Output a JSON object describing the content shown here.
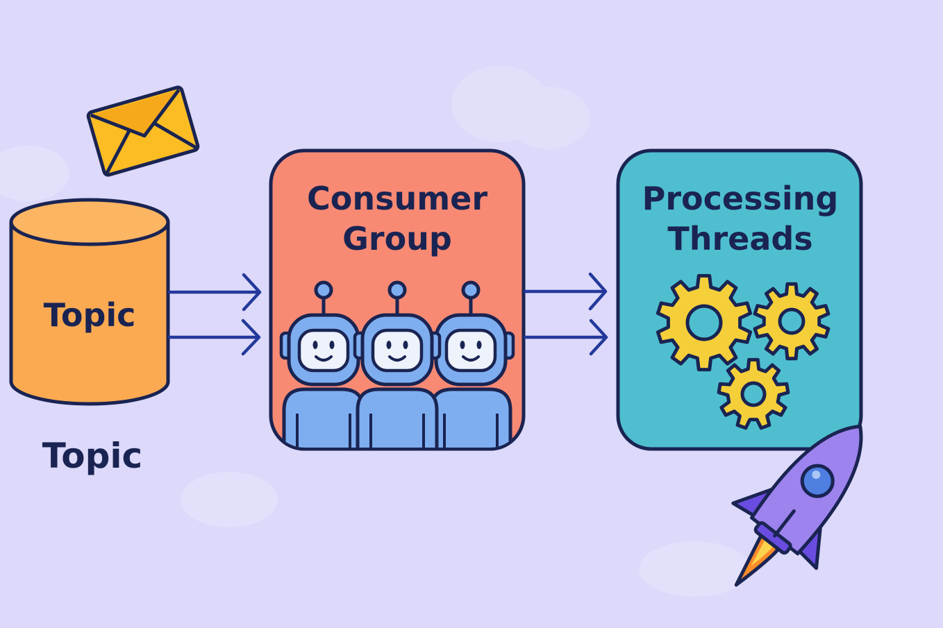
{
  "diagram": {
    "topic": {
      "label": "Topic",
      "caption": "Topic"
    },
    "consumer_group": {
      "title_line1": "Consumer",
      "title_line2": "Group"
    },
    "processing_threads": {
      "title_line1": "Processing",
      "title_line2": "Threads"
    }
  },
  "colors": {
    "background": "#dcd9fa",
    "outline": "#1a2452",
    "topic_fill": "#fbaa52",
    "consumer_group_fill": "#f88a74",
    "processing_fill": "#4fbfd0",
    "robot_fill": "#7eaef0",
    "gear_fill": "#f5cf3a",
    "envelope_fill": "#fbbd23",
    "rocket_fill": "#9d83ee",
    "arrow": "#23389a"
  }
}
